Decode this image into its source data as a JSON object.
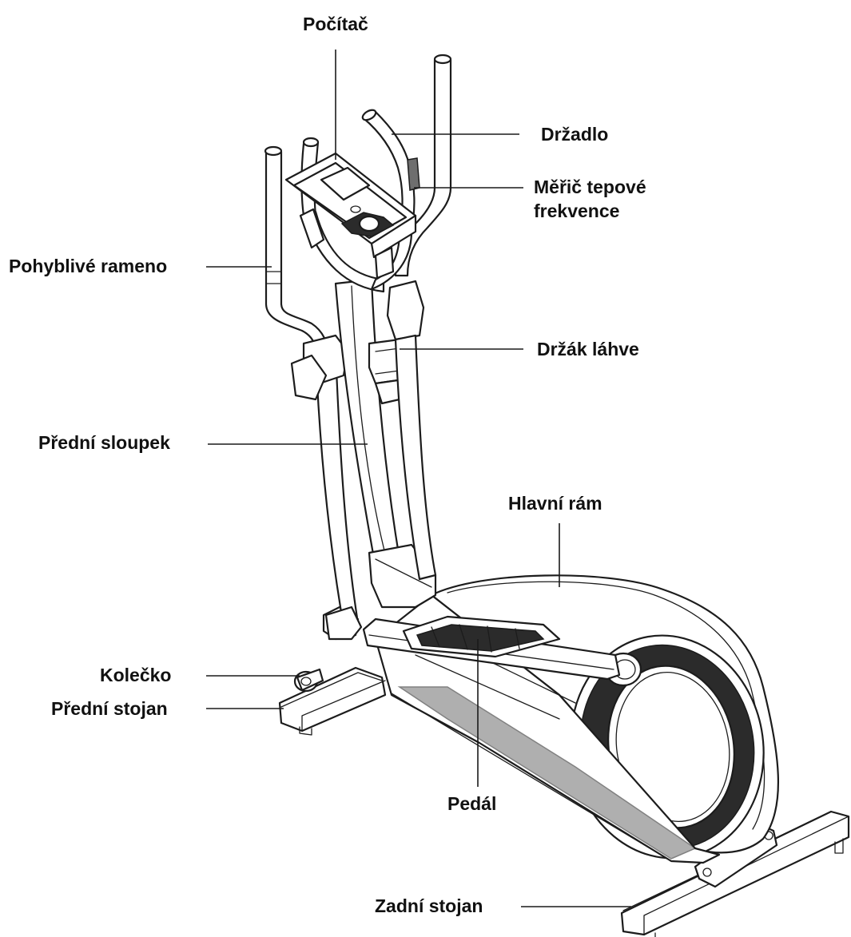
{
  "labels": {
    "computer": "Počítač",
    "handlebar": "Držadlo",
    "heart_rate_sensor": "Měřič tepové\nfrekvence",
    "moving_arm": "Pohyblivé rameno",
    "bottle_holder": "Držák láhve",
    "front_post": "Přední sloupek",
    "main_frame": "Hlavní rám",
    "wheel": "Kolečko",
    "front_stabilizer": "Přední stojan",
    "pedal": "Pedál",
    "rear_stabilizer": "Zadní stojan"
  },
  "colors": {
    "line": "#1c1c1c",
    "text": "#111111",
    "background": "#ffffff"
  }
}
